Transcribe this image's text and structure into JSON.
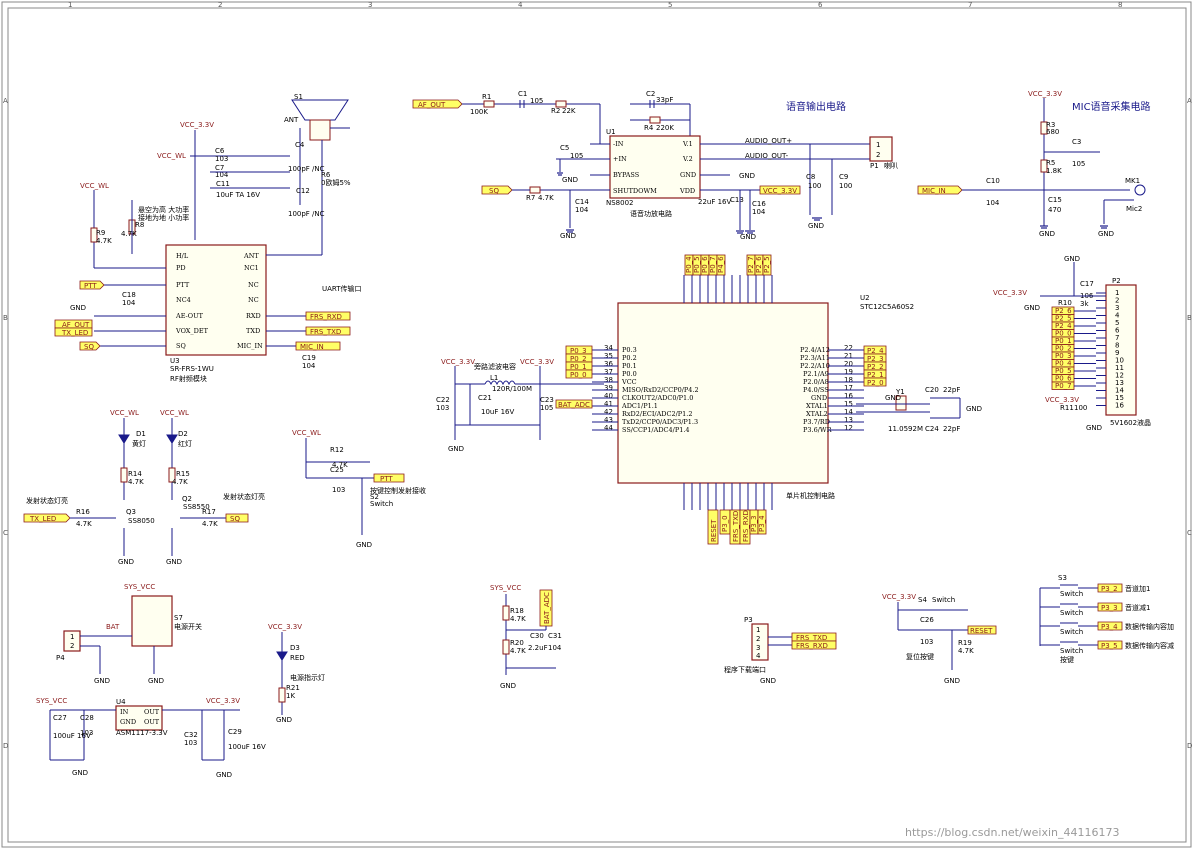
{
  "sections": {
    "audio_out_title": "语音输出电路",
    "mic_title": "MIC语音采集电路",
    "mcu_title": "单片机控制电路",
    "audio_amp_title": "语音功放电路",
    "uart_title": "UART传输口",
    "rf_title": "RF射频模块",
    "lcd_title": "5V1602液晶",
    "filter_title": "旁路滤波电容",
    "tx_led_title": "发射状态灯亮",
    "tx_led_title2": "发射状态灯亮",
    "ptt_title": "按键控制发射接收",
    "prog_title": "程序下载端口",
    "power_switch_title": "电源开关",
    "power_led_title": "电源指示灯",
    "reset_title": "复位按键",
    "keys_title": "按键",
    "power_note1": "悬空为高 大功率",
    "power_note2": "接地为地 小功率",
    "watermark": "https://blog.csdn.net/weixin_44116173"
  },
  "nets": {
    "af_out": "AF_OUT",
    "sq": "SQ",
    "mic_in": "MIC_IN",
    "ptt": "PTT",
    "tx_led": "TX_LED",
    "frs_rxd": "FRS_RXD",
    "frs_txd": "FRS_TXD",
    "reset": "RESET",
    "bat_adc": "BAT_ADC",
    "vcc33": "VCC_3.3V",
    "vccwl": "VCC_WL",
    "sysvcc": "SYS_VCC",
    "gnd": "GND",
    "audio_out_p": "AUDIO_OUT+",
    "audio_out_n": "AUDIO_OUT-",
    "bat": "BAT",
    "ant": "ANT"
  },
  "parts": {
    "u1": "U1",
    "u1_name": "NS8002",
    "u2": "U2",
    "u2_name": "STC12C5A60S2",
    "u3": "U3",
    "u3_name": "SR-FRS-1WU",
    "u4": "U4",
    "u4_name": "ASM1117-3.3V",
    "p1": "P1",
    "p1_name": "喇叭",
    "p2": "P2",
    "p3": "P3",
    "p4": "P4",
    "mk1": "MK1",
    "mk1_name": "Mic2",
    "s1": "S1",
    "y1": "Y1",
    "y1_val": "11.0592M",
    "l1": "L1",
    "l1_val": "120R/100M",
    "q2": "Q2",
    "q2_name": "SS8550",
    "q3": "Q3",
    "q3_name": "SS8050",
    "d1": "D1",
    "d1_name": "黄灯",
    "d2": "D2",
    "d2_name": "红灯",
    "d3": "D3",
    "d3_name": "RED",
    "s7": "S7",
    "s2": "S2",
    "s4": "S4",
    "switch": "Switch"
  },
  "u1_pins_left": [
    "-IN",
    "+IN",
    "BYPASS",
    "SHUTDOWM"
  ],
  "u1_pins_right": [
    "V.1",
    "V.2",
    "GND",
    "VDD"
  ],
  "u3_pins_left": [
    "H/L",
    "PD",
    "PTT",
    "NC4",
    "AE-OUT",
    "VOX_DET",
    "SQ"
  ],
  "u3_pins_right": [
    "ANT",
    "NC1",
    "NC",
    "NC",
    "RXD",
    "TXD",
    "MIC_IN"
  ],
  "u2_pins_left": [
    "P0.3",
    "P0.2",
    "P0.1",
    "P0.0",
    "VCC",
    "MISO/RxD2/CCP0/P4.2",
    "CLKOUT2/ADC0/P1.0",
    "ADC1/P1.1",
    "RxD2/ECI/ADC2/P1.2",
    "TxD2/CCP0/ADC3/P1.3",
    "SS/CCP1/ADC4/P1.4"
  ],
  "u2_pins_right": [
    "P2.4/A12",
    "P2.3/A11",
    "P2.2/A10",
    "P2.1/A9",
    "P2.0/A8",
    "P4.0/SS",
    "GND",
    "XTAL1",
    "XTAL2",
    "P3.7/RD",
    "P3.6/WR"
  ],
  "u2_pin_nums_left": [
    "34",
    "35",
    "36",
    "37",
    "38",
    "39",
    "40",
    "41",
    "42",
    "43",
    "44"
  ],
  "u2_pin_nums_right": [
    "22",
    "21",
    "20",
    "19",
    "18",
    "17",
    "16",
    "15",
    "14",
    "13",
    "12"
  ],
  "u2_right_nets": [
    "P2_4",
    "P2_3",
    "P2_2",
    "P2_1",
    "P2_0"
  ],
  "u2_left_nets": [
    "P0_3",
    "P0_2",
    "P0_1",
    "P0_0"
  ],
  "u2_top_nets": [
    "P0_4",
    "P0_5",
    "P0_6",
    "P0_7",
    "P4_6",
    "P2_7",
    "P2_6",
    "P2_5"
  ],
  "u2_bottom_nets": [
    "RESET",
    "P3_0",
    "P3_1",
    "FRS_TXD",
    "FRS_RXD",
    "P3_3",
    "P3_4",
    "P3_5"
  ],
  "lcd_nets": [
    "P2_6",
    "P2_5",
    "P2_4",
    "P0_0",
    "P0_1",
    "P0_2",
    "P0_3",
    "P0_4",
    "P0_5",
    "P0_6",
    "P0_7"
  ],
  "lcd_pins": [
    "1",
    "2",
    "3",
    "4",
    "5",
    "6",
    "7",
    "8",
    "9",
    "10",
    "11",
    "12",
    "13",
    "14",
    "15",
    "16"
  ],
  "keys": [
    {
      "net": "P3_2",
      "label": "音道加1"
    },
    {
      "net": "P3_3",
      "label": "音道减1"
    },
    {
      "net": "P3_4",
      "label": "数据传输内容加"
    },
    {
      "net": "P3_5",
      "label": "数据传输内容减"
    }
  ],
  "components": {
    "r1": "R1",
    "r1v": "100K",
    "c1": "C1",
    "c1v": "105",
    "r2": "R2",
    "r2v": "22K",
    "c2": "C2",
    "c2v": "33pF",
    "r4": "R4",
    "r4v": "220K",
    "c5": "C5",
    "c5v": "105",
    "r7": "R7",
    "r7v": "4.7K",
    "c14": "C14",
    "c14v": "104",
    "c13": "C13",
    "c13v": "22uF 16V",
    "c16": "C16",
    "c16v": "104",
    "c8": "C8",
    "c8v": "100",
    "c9": "C9",
    "c9v": "100",
    "r3": "R3",
    "r3v": "680",
    "r5": "R5",
    "r5v": "1.8K",
    "c3": "C3",
    "c3v": "105",
    "c10": "C10",
    "c10v": "104",
    "c15": "C15",
    "c15v": "470",
    "c6": "C6",
    "c6v": "103",
    "c7": "C7",
    "c7v": "104",
    "c11": "C11",
    "c11v": "10uF TA 16V",
    "c4": "C4",
    "c4v": "100pF /NC",
    "c12": "C12",
    "c12v": "100pF /NC",
    "r6": "R6",
    "r6v": "0欧姆5%",
    "r8": "R8",
    "r8v": "4.7K",
    "r9": "R9",
    "r9v": "4.7K",
    "c18": "C18",
    "c18v": "104",
    "c19": "C19",
    "c19v": "104",
    "c17": "C17",
    "c17v": "106",
    "r10": "R10",
    "r10v": "3k",
    "r11": "R11",
    "r11v": "100",
    "c20": "C20",
    "c20v": "22pF",
    "c24": "C24",
    "c24v": "22pF",
    "c21": "C21",
    "c21v": "10uF 16V",
    "c22": "C22",
    "c22v": "103",
    "c23": "C23",
    "c23v": "105",
    "r12": "R12",
    "r12v": "4.7K",
    "c25": "C25",
    "c25v": "103",
    "r14": "R14",
    "r14v": "4.7K",
    "r15": "R15",
    "r15v": "4.7K",
    "r16": "R16",
    "r16v": "4.7K",
    "r17": "R17",
    "r17v": "4.7K",
    "r18": "R18",
    "r18v": "4.7K",
    "r20": "R20",
    "r20v": "4.7K",
    "c30": "C30",
    "c30v": "2.2uF",
    "c31": "C31",
    "c31v": "104",
    "r21": "R21",
    "r21v": "1K",
    "c26": "C26",
    "c26v": "103",
    "r19": "R19",
    "r19v": "4.7K",
    "c27": "C27",
    "c27v": "100uF 16V",
    "c28": "C28",
    "c28v": "103",
    "c32": "C32",
    "c32v": "103",
    "c29": "C29",
    "c29v": "100uF 16V"
  }
}
